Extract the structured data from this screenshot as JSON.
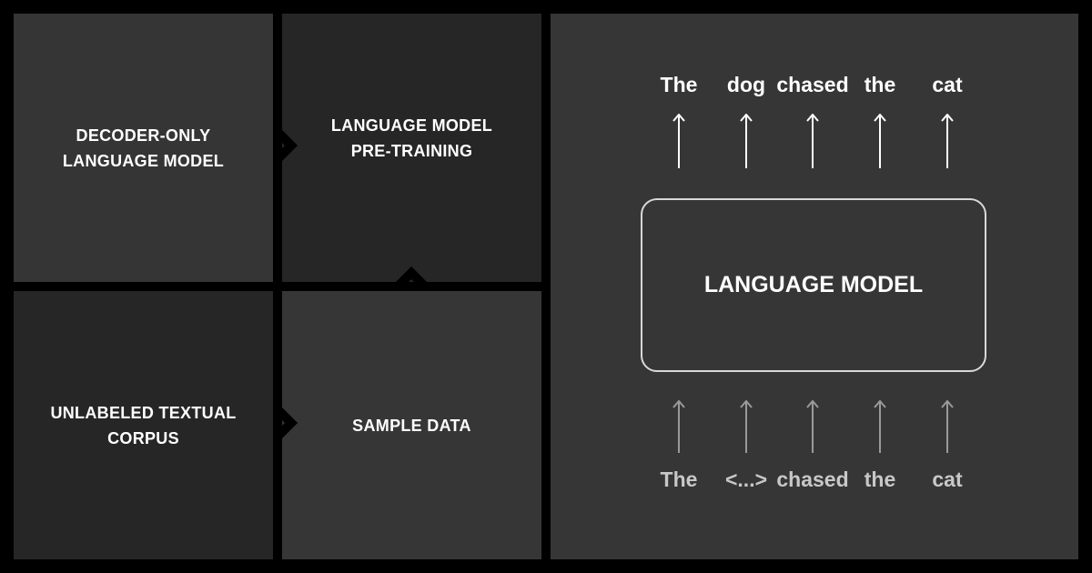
{
  "panels": {
    "decoder": "DECODER-ONLY\nLANGUAGE MODEL",
    "pretraining": "LANGUAGE MODEL\nPRE-TRAINING",
    "corpus": "UNLABELED TEXTUAL\nCORPUS",
    "sample": "SAMPLE DATA"
  },
  "model": {
    "label": "LANGUAGE MODEL"
  },
  "output_tokens": [
    "The",
    "dog",
    "chased",
    "the",
    "cat"
  ],
  "input_tokens": [
    "The",
    "<...>",
    "chased",
    "the",
    "cat"
  ]
}
